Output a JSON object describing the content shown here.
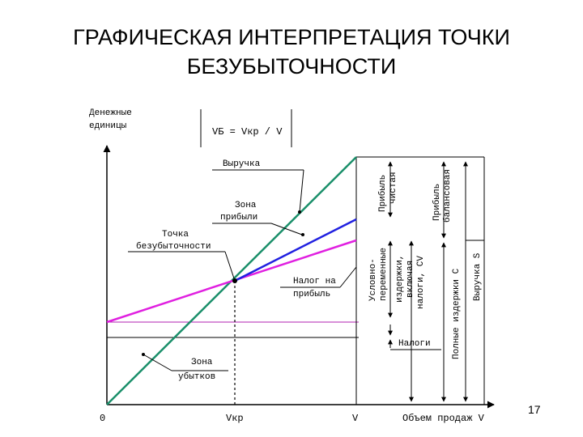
{
  "slide": {
    "title_line1": "ГРАФИЧЕСКАЯ ИНТЕРПРЕТАЦИЯ ТОЧКИ",
    "title_line2": "БЕЗУБЫТОЧНОСТИ",
    "page_number": "17"
  },
  "diagram": {
    "y_axis_label_line1": "Денежные",
    "y_axis_label_line2": "единицы",
    "formula": "VБ = Vкр / V",
    "x_ticks": {
      "origin": "0",
      "breakeven": "Vкр",
      "volume": "V"
    },
    "x_axis_label": "Объем продаж V",
    "labels": {
      "revenue": "Выручка",
      "profit_zone_line1": "Зона",
      "profit_zone_line2": "прибыли",
      "breakeven_line1": "Точка",
      "breakeven_line2": "безубыточности",
      "tax_line1": "Налог на",
      "tax_line2": "прибыль",
      "loss_zone_line1": "Зона",
      "loss_zone_line2": "убытков",
      "taxes": "Налоги"
    },
    "vertical_labels": {
      "net_profit_1": "Прибыль",
      "net_profit_2": "чистая",
      "balance_profit_1": "Прибыль",
      "balance_profit_2": "балансовая",
      "fixed_costs_1": "Условно-",
      "fixed_costs_2": "переменные",
      "variable_costs_1": "издержки,",
      "variable_costs_2": "включая",
      "variable_costs_3": "налоги, CV",
      "total_costs": "Полные издержки C",
      "revenue_s": "Выручка S"
    },
    "colors": {
      "revenue_line": "#1a8f6a",
      "cost_line": "#e020e0",
      "profit_line": "#2020e0",
      "axes": "#000000"
    }
  }
}
